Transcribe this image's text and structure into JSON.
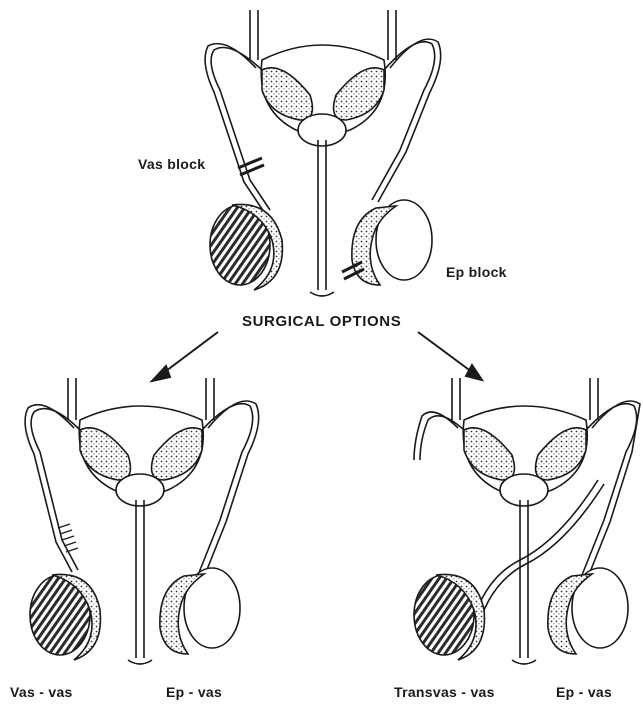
{
  "labels": {
    "vas_block": "Vas block",
    "ep_block": "Ep block",
    "title": "SURGICAL OPTIONS",
    "vas_vas": "Vas - vas",
    "ep_vas_left": "Ep - vas",
    "transvas_vas": "Transvas - vas",
    "ep_vas_right": "Ep - vas"
  },
  "colors": {
    "ink": "#1a1a1a",
    "paper": "#ffffff",
    "fill_dark": "#2b2b2b",
    "fill_light": "#e6e6e6"
  }
}
